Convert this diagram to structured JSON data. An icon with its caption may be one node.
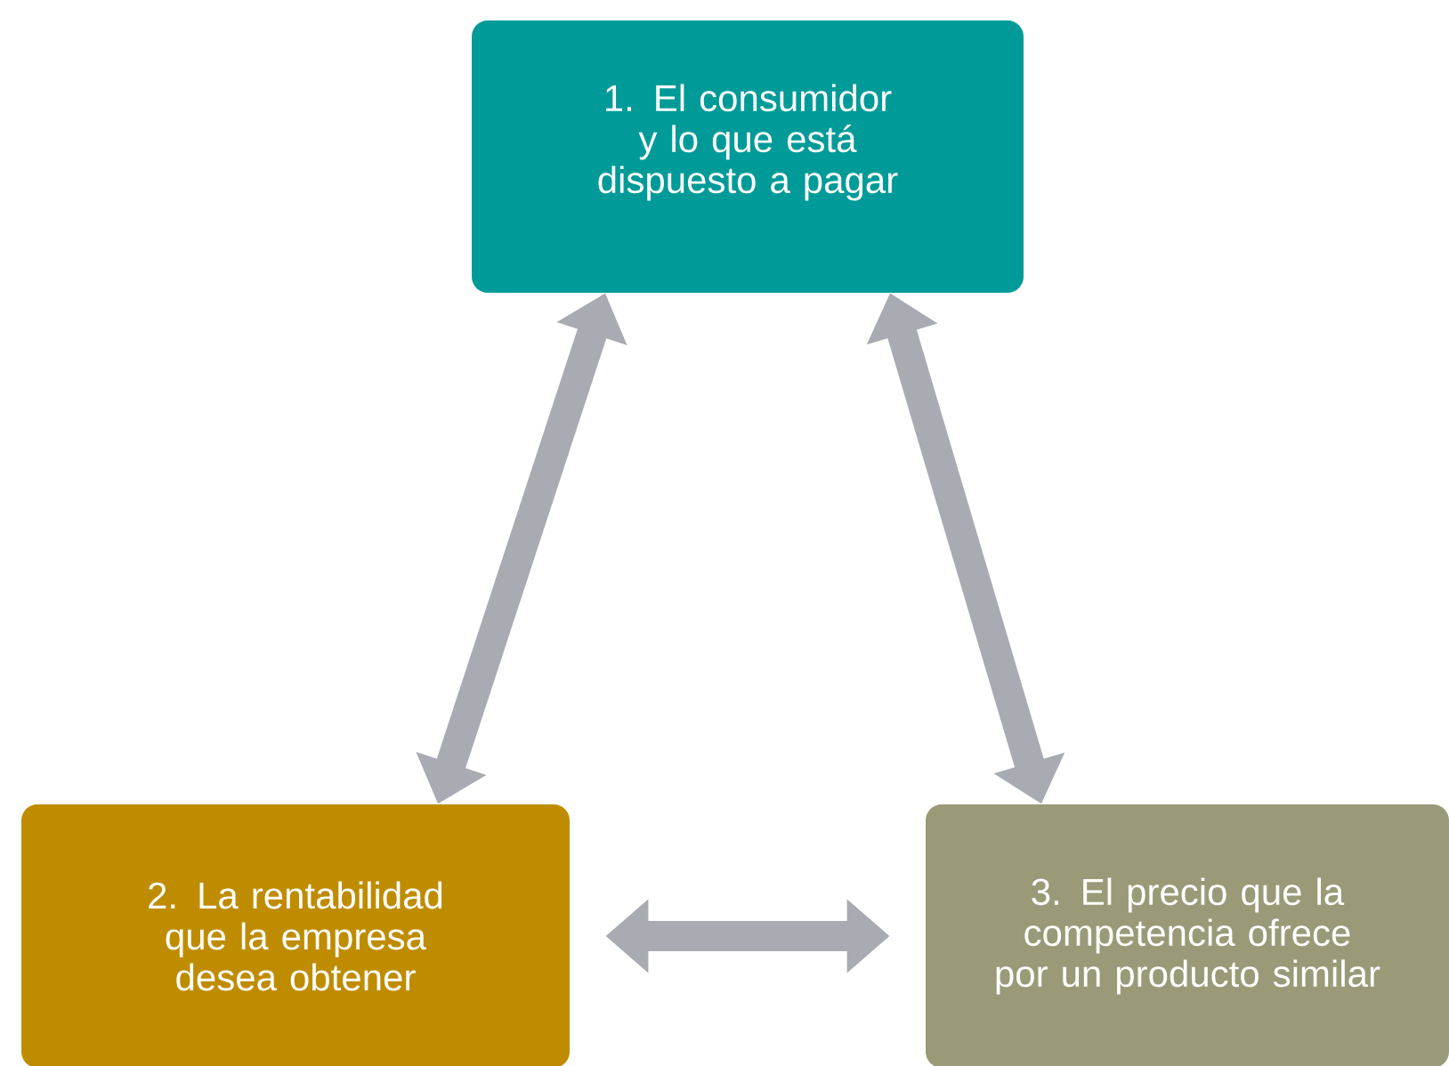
{
  "diagram": {
    "nodes": [
      {
        "text": [
          "1. El consumidor y lo que está dispuesto a pagar"
        ]
      },
      {
        "text": [
          "2. La rentabilidad que la empresa desea obtener"
        ]
      },
      {
        "text": [
          "3. El precio que la competencia ofrece por un producto similar"
        ]
      }
    ],
    "edges": [
      {
        "from": 0,
        "to": 1,
        "arrow": "both"
      },
      {
        "from": 0,
        "to": 2,
        "arrow": "both"
      },
      {
        "from": 1,
        "to": 2,
        "arrow": "both"
      }
    ]
  }
}
